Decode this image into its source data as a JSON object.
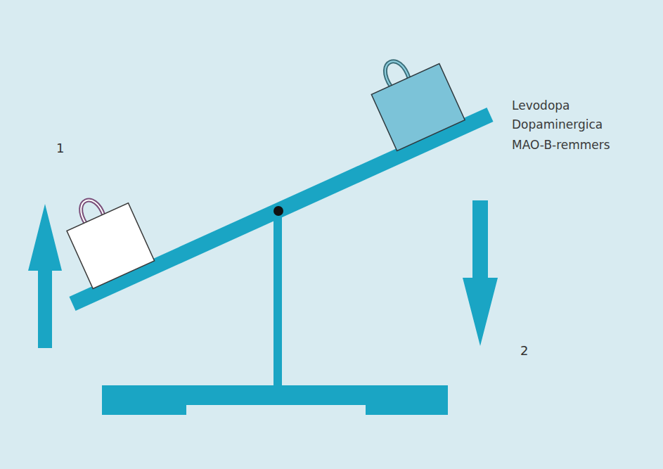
{
  "diagram": {
    "labels": [
      "1",
      "2",
      "Levodopa",
      "Dopaminergica",
      "MAO-B-remmers"
    ]
  }
}
